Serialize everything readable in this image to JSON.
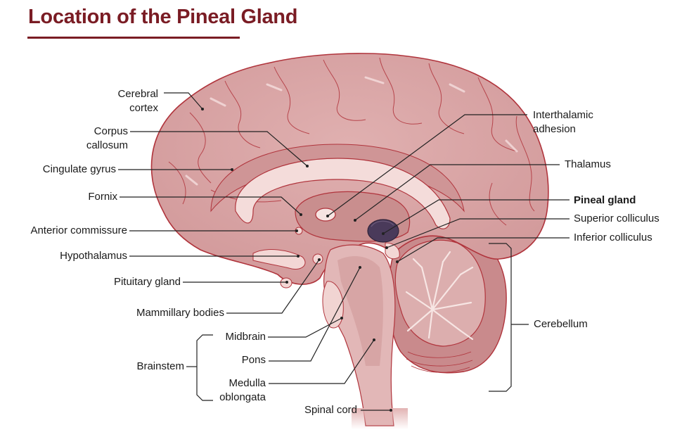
{
  "title": "Location of the Pineal Gland",
  "colors": {
    "title": "#7a1c24",
    "brain_fill": "#d9a6a6",
    "brain_outline": "#b0343c",
    "white_matter": "#f2d8d6",
    "deep_fill": "#c98e8e",
    "pineal": "#4a3a5a",
    "leader": "#222222"
  },
  "labels": {
    "cerebral_cortex": [
      "Cerebral",
      "cortex"
    ],
    "corpus_callosum": [
      "Corpus",
      "callosum"
    ],
    "cingulate_gyrus": "Cingulate gyrus",
    "fornix": "Fornix",
    "anterior_commissure": "Anterior commissure",
    "hypothalamus": "Hypothalamus",
    "pituitary_gland": "Pituitary gland",
    "mammillary_bodies": "Mammillary bodies",
    "brainstem": "Brainstem",
    "midbrain": "Midbrain",
    "pons": "Pons",
    "medulla_oblongata": [
      "Medulla",
      "oblongata"
    ],
    "spinal_cord": "Spinal cord",
    "interthalamic_adhesion": [
      "Interthalamic",
      "adhesion"
    ],
    "thalamus": "Thalamus",
    "pineal_gland": "Pineal gland",
    "superior_colliculus": "Superior colliculus",
    "inferior_colliculus": "Inferior colliculus",
    "cerebellum": "Cerebellum"
  }
}
